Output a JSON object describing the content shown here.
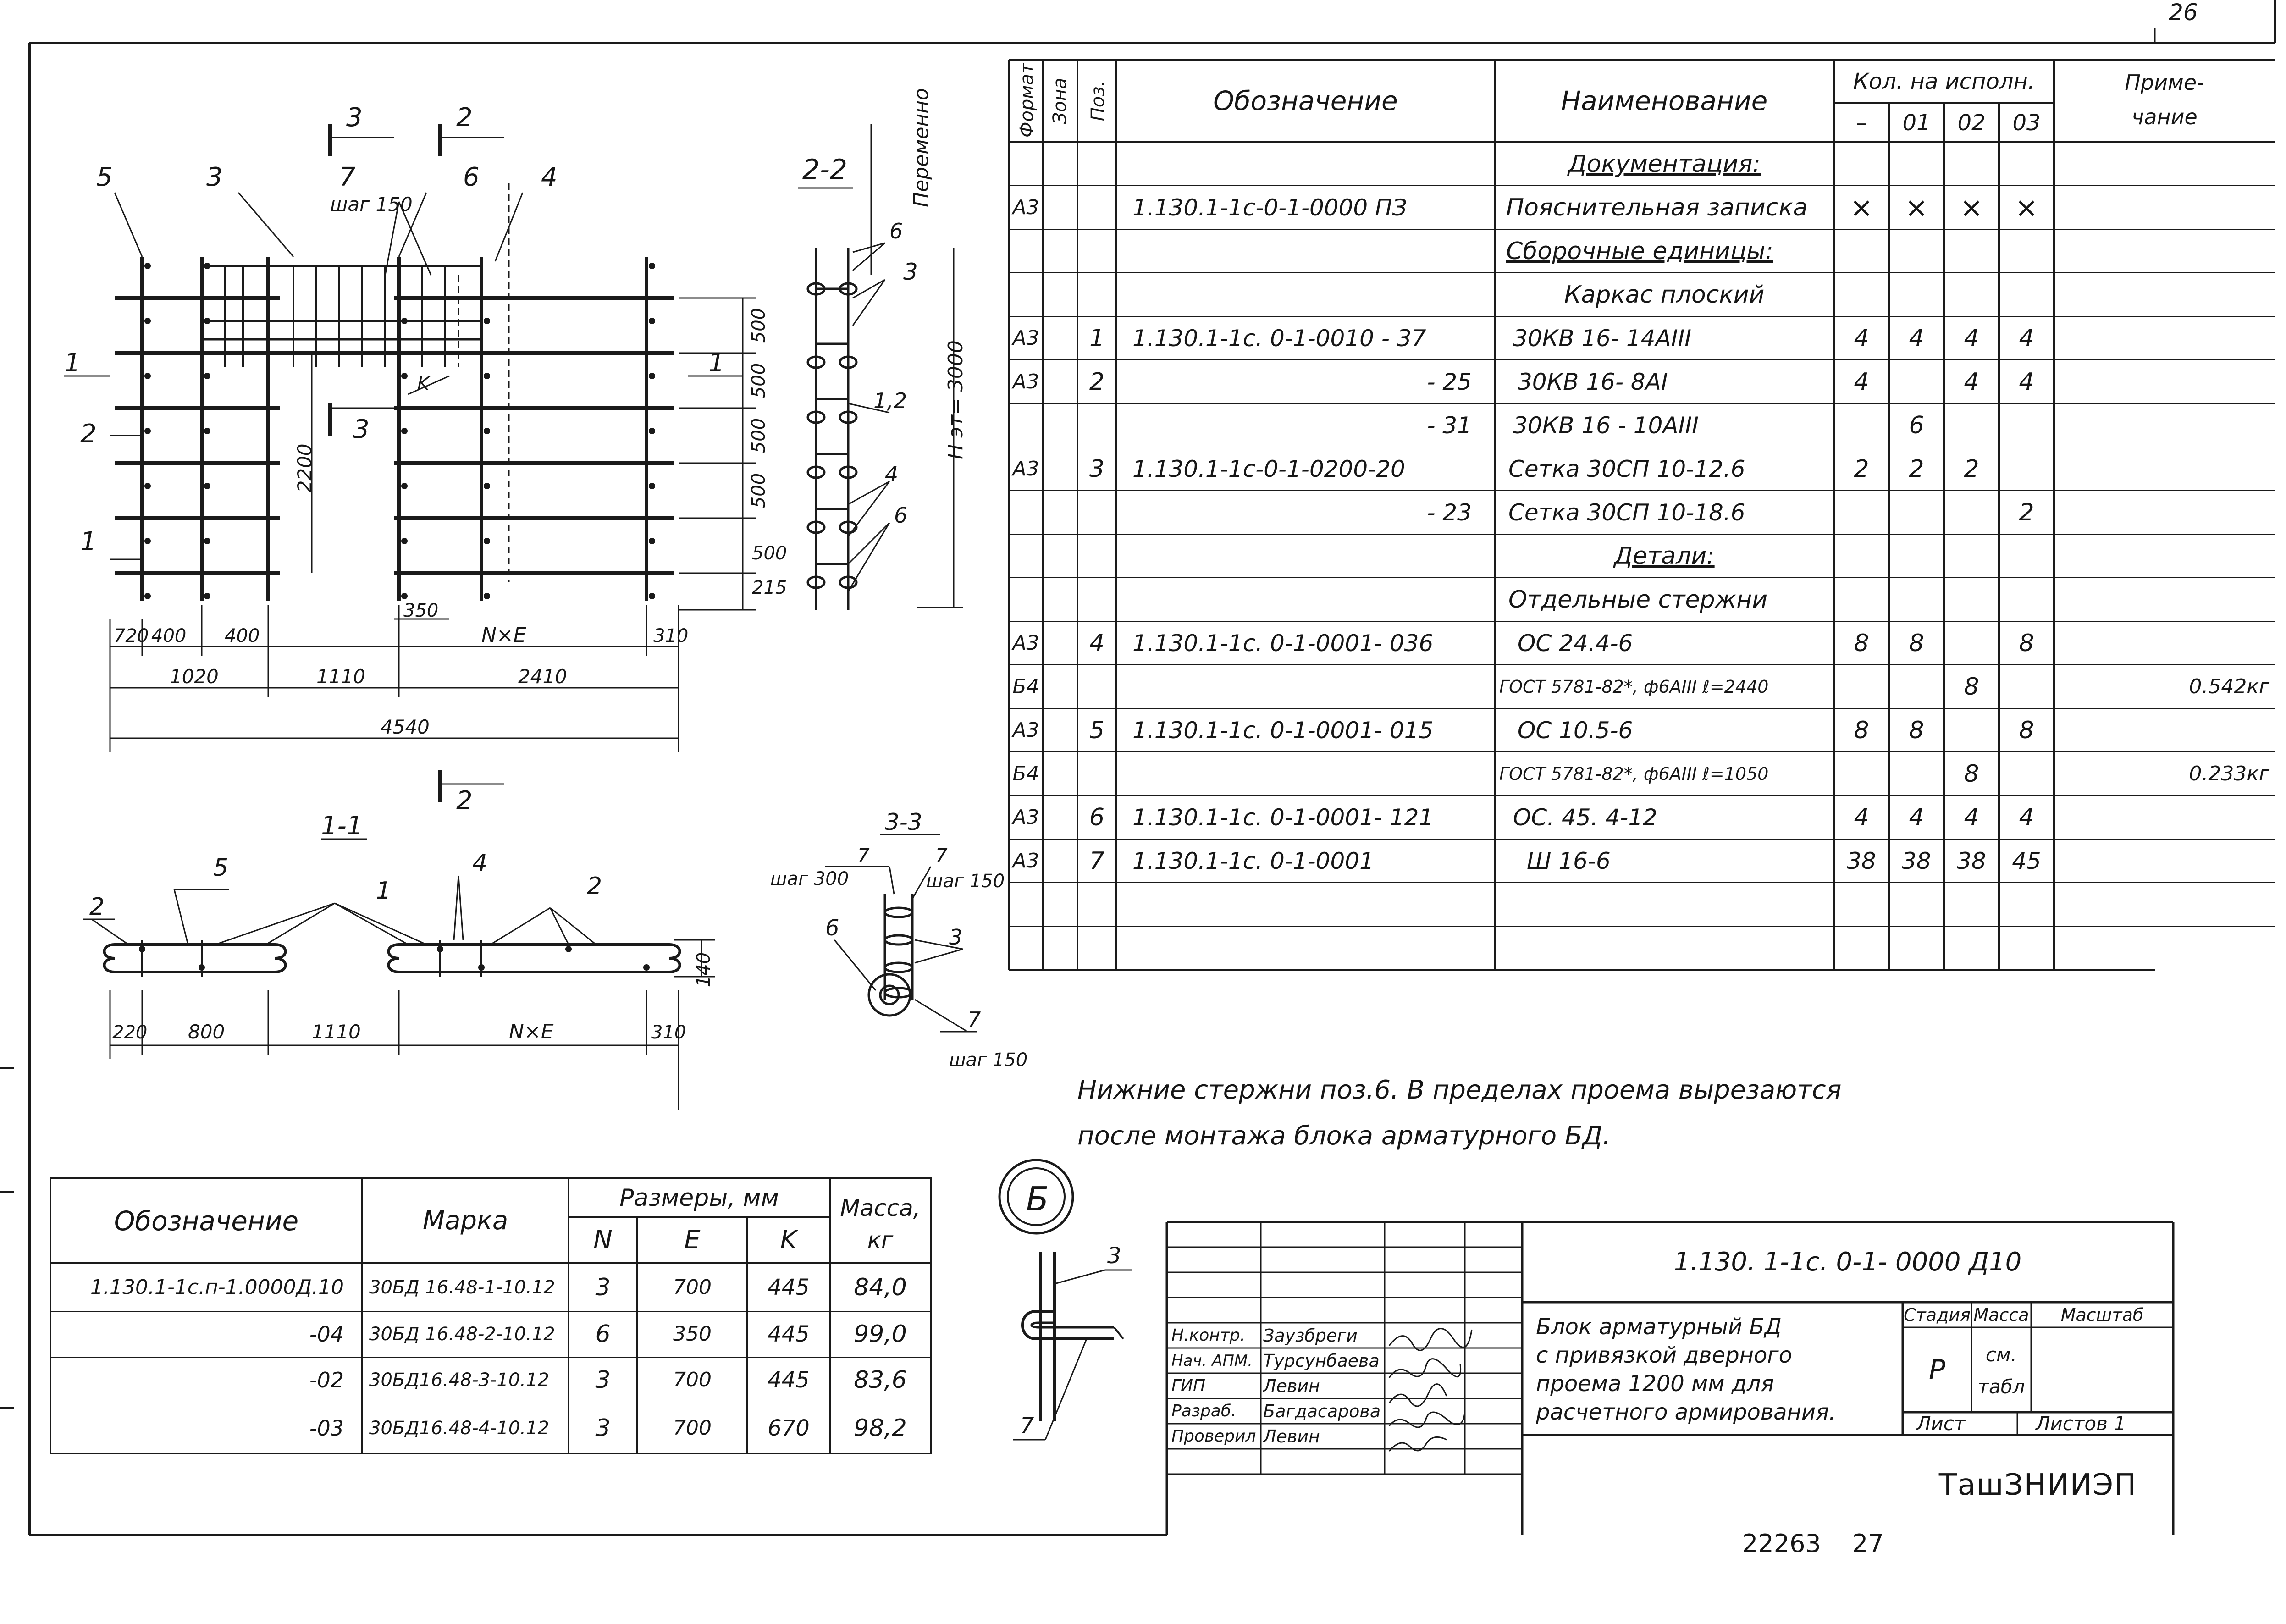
{
  "sheet": {
    "corner_number": "26",
    "footer_number": "22263",
    "footer_page": "27"
  },
  "drawings": {
    "section_3_left": "3",
    "section_2_top": "2",
    "section_2_bottom": "2",
    "section_1_left": "1",
    "section_1_right": "1",
    "section_3_inner": "3",
    "k_label": "K",
    "pos_5": "5",
    "pos_3": "3",
    "pos_7": "7",
    "pos_6": "6",
    "pos_4": "4",
    "pos_2_left": "2",
    "pos_1_left": "1",
    "step_150": "шаг 150",
    "dim_500_a": "500",
    "dim_500_b": "500",
    "dim_500_c": "500",
    "dim_500_d": "500",
    "dim_500_e": "500",
    "dim_215": "215",
    "dim_2200": "2200",
    "dim_350": "350",
    "dim_720": "720",
    "dim_400_a": "400",
    "dim_400_b": "400",
    "dim_NxE": "N×E",
    "dim_310": "310",
    "dim_1020": "1020",
    "dim_1110": "1110",
    "dim_2410": "2410",
    "dim_4540": "4540",
    "sec22_title": "2-2",
    "sec22_var": "Переменно",
    "sec22_height": "Н эт= 3000",
    "sec22_p6a": "6",
    "sec22_p3": "3",
    "sec22_p12": "1,2",
    "sec22_p4": "4",
    "sec22_p6b": "6",
    "sec11_title": "1-1",
    "sec11_p5": "5",
    "sec11_p1": "1",
    "sec11_p4": "4",
    "sec11_p2a": "2",
    "sec11_p2b": "2",
    "sec11_140": "140",
    "sec11_220": "220",
    "sec11_800": "800",
    "sec11_1110": "1110",
    "sec11_NxE": "N×E",
    "sec11_310": "310",
    "sec33_title": "3-3",
    "sec33_p7a": "7",
    "sec33_p7b": "7",
    "sec33_step300": "шаг 300",
    "sec33_step150a": "шаг 150",
    "sec33_p6": "6",
    "sec33_p3": "3",
    "sec33_p7c": "7",
    "sec33_step150b": "шаг 150",
    "detail_b_label": "Б",
    "detail_b_p3": "3",
    "detail_b_p7": "7"
  },
  "spec": {
    "headers": {
      "format": "Формат",
      "zone": "Зона",
      "pos": "Поз.",
      "designation": "Обозначение",
      "name": "Наименование",
      "qty": "Кол. на исполн.",
      "q0": "–",
      "q1": "01",
      "q2": "02",
      "q3": "03",
      "note1": "Приме-",
      "note2": "чание"
    },
    "rows": [
      {
        "format": "",
        "pos": "",
        "designation": "",
        "name": "Документация:",
        "q0": "",
        "q1": "",
        "q2": "",
        "q3": "",
        "note": ""
      },
      {
        "format": "А3",
        "pos": "",
        "designation": "1.130.1-1с-0-1-0000  ПЗ",
        "name": "Пояснительная записка",
        "q0": "×",
        "q1": "×",
        "q2": "×",
        "q3": "×",
        "note": ""
      },
      {
        "format": "",
        "pos": "",
        "designation": "",
        "name": "Сборочные единицы:",
        "q0": "",
        "q1": "",
        "q2": "",
        "q3": "",
        "note": ""
      },
      {
        "format": "",
        "pos": "",
        "designation": "",
        "name": "Каркас  плоский",
        "q0": "",
        "q1": "",
        "q2": "",
        "q3": "",
        "note": ""
      },
      {
        "format": "А3",
        "pos": "1",
        "designation": "1.130.1-1с.  0-1-0010 - 37",
        "name": "30КВ  16- 14АIII",
        "q0": "4",
        "q1": "4",
        "q2": "4",
        "q3": "4",
        "note": ""
      },
      {
        "format": "А3",
        "pos": "2",
        "designation": "- 25",
        "name": "30КВ 16- 8АI",
        "q0": "4",
        "q1": "",
        "q2": "4",
        "q3": "4",
        "note": ""
      },
      {
        "format": "",
        "pos": "",
        "designation": "- 31",
        "name": "30КВ 16 -  10АIII",
        "q0": "",
        "q1": "6",
        "q2": "",
        "q3": "",
        "note": ""
      },
      {
        "format": "А3",
        "pos": "3",
        "designation": "1.130.1-1с-0-1-0200-20",
        "name": "Сетка   30СП 10-12.6",
        "q0": "2",
        "q1": "2",
        "q2": "2",
        "q3": "",
        "note": ""
      },
      {
        "format": "",
        "pos": "",
        "designation": "- 23",
        "name": "Сетка   30СП 10-18.6",
        "q0": "",
        "q1": "",
        "q2": "",
        "q3": "2",
        "note": ""
      },
      {
        "format": "",
        "pos": "",
        "designation": "",
        "name": "Детали:",
        "q0": "",
        "q1": "",
        "q2": "",
        "q3": "",
        "note": ""
      },
      {
        "format": "",
        "pos": "",
        "designation": "",
        "name": "Отдельные  стержни",
        "q0": "",
        "q1": "",
        "q2": "",
        "q3": "",
        "note": ""
      },
      {
        "format": "А3",
        "pos": "4",
        "designation": "1.130.1-1с. 0-1-0001- 036",
        "name": "ОС 24.4-6",
        "q0": "8",
        "q1": "8",
        "q2": "",
        "q3": "8",
        "note": ""
      },
      {
        "format": "Б4",
        "pos": "",
        "designation": "",
        "name": "ГОСТ 5781-82*, ф6АIII  ℓ=2440",
        "q0": "",
        "q1": "",
        "q2": "8",
        "q3": "",
        "note": "0.542кг"
      },
      {
        "format": "А3",
        "pos": "5",
        "designation": "1.130.1-1с.  0-1-0001- 015",
        "name": "ОС 10.5-6",
        "q0": "8",
        "q1": "8",
        "q2": "",
        "q3": "8",
        "note": ""
      },
      {
        "format": "Б4",
        "pos": "",
        "designation": "",
        "name": "ГОСТ 5781-82*, ф6АIII  ℓ=1050",
        "q0": "",
        "q1": "",
        "q2": "8",
        "q3": "",
        "note": "0.233кг"
      },
      {
        "format": "А3",
        "pos": "6",
        "designation": "1.130.1-1с. 0-1-0001- 121",
        "name": "ОС. 45. 4-12",
        "q0": "4",
        "q1": "4",
        "q2": "4",
        "q3": "4",
        "note": ""
      },
      {
        "format": "А3",
        "pos": "7",
        "designation": "1.130.1-1с. 0-1-0001",
        "name": "Ш 16-6",
        "q0": "38",
        "q1": "38",
        "q2": "38",
        "q3": "45",
        "note": ""
      },
      {
        "format": "",
        "pos": "",
        "designation": "",
        "name": "",
        "q0": "",
        "q1": "",
        "q2": "",
        "q3": "",
        "note": ""
      },
      {
        "format": "",
        "pos": "",
        "designation": "",
        "name": "",
        "q0": "",
        "q1": "",
        "q2": "",
        "q3": "",
        "note": ""
      }
    ]
  },
  "note": {
    "line1": "Нижние   стержни   поз.6.   В   пределах   проема   вырезаются",
    "line2": "после   монтажа   блока   арматурного   БД."
  },
  "sizes": {
    "headers": {
      "designation": "Обозначение",
      "mark": "Марка",
      "dims": "Размеры,  мм",
      "n": "N",
      "e": "E",
      "k": "K",
      "mass1": "Масса,",
      "mass2": "кг"
    },
    "rows": [
      {
        "designation": "1.130.1-1с.п-1.0000Д.10",
        "mark": "30БД 16.48-1-10.12",
        "n": "3",
        "e": "700",
        "k": "445",
        "mass": "84,0"
      },
      {
        "designation": "-04",
        "mark": "30БД 16.48-2-10.12",
        "n": "6",
        "e": "350",
        "k": "445",
        "mass": "99,0"
      },
      {
        "designation": "-02",
        "mark": "30БД16.48-3-10.12",
        "n": "3",
        "e": "700",
        "k": "445",
        "mass": "83,6"
      },
      {
        "designation": "-03",
        "mark": "30БД16.48-4-10.12",
        "n": "3",
        "e": "700",
        "k": "670",
        "mass": "98,2"
      }
    ]
  },
  "title_block": {
    "code": "1.130. 1-1с. 0-1- 0000 Д10",
    "title1": "Блок арматурный  БД",
    "title2": "с привязкой дверного",
    "title3": "проема 1200 мм для",
    "title4": "расчетного армирования.",
    "stage_label": "Стадия",
    "mass_label": "Масса",
    "scale_label": "Масштаб",
    "stage_value": "Р",
    "mass_value1": "см.",
    "mass_value2": "табл",
    "sheet_label": "Лист",
    "sheets_label": "Листов 1",
    "org": "ТашЗНИИЭП",
    "roles": [
      {
        "role": "Н.контр.",
        "name": "Заузбреги"
      },
      {
        "role": "Нач. АПМ.",
        "name": "Турсунбаева"
      },
      {
        "role": "ГИП",
        "name": "Левин"
      },
      {
        "role": "Разраб.",
        "name": "Багдасарова"
      },
      {
        "role": "Проверил",
        "name": "Левин"
      }
    ]
  }
}
